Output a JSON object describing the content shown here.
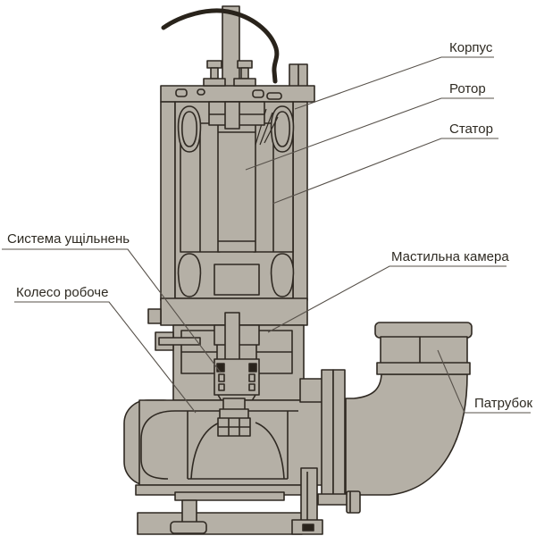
{
  "figure": {
    "type": "technical-cross-section-diagram",
    "subject": "submersible sewage pump"
  },
  "labels": {
    "housing": "Корпус",
    "rotor": "Ротор",
    "stator": "Статор",
    "seal_system": "Система ущільнень",
    "impeller": "Колесо робоче",
    "oil_chamber": "Мастильна камера",
    "branch_pipe": "Патрубок"
  },
  "colors": {
    "body_fill": "#b5b0a6",
    "outline": "#2f2922",
    "cable_dark": "#29231b",
    "leader_line": "#57514a",
    "label_text": "#2e2a22",
    "background": "#ffffff"
  }
}
